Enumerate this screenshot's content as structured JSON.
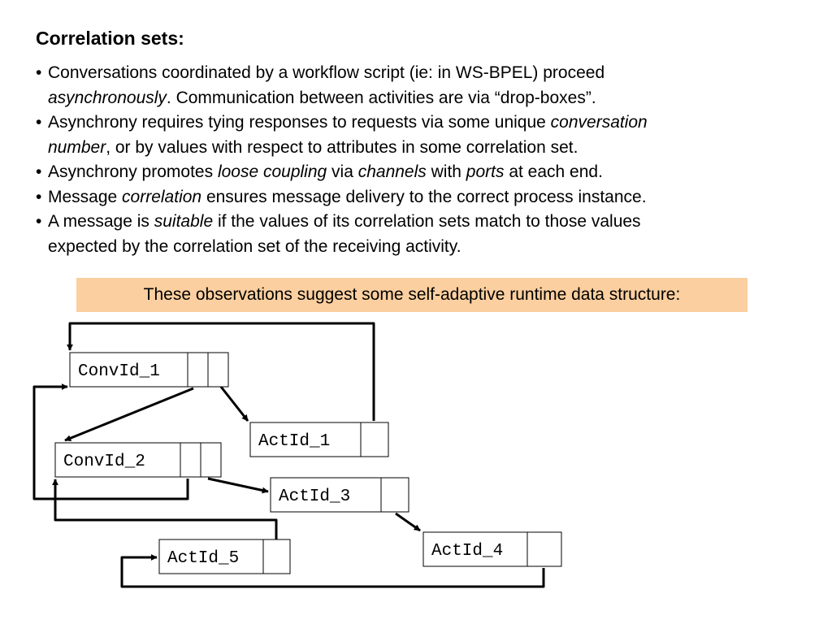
{
  "title": "Correlation sets:",
  "bullets": [
    [
      {
        "t": "Conversations coordinated by a workflow script (ie: in WS-BPEL) proceed"
      },
      {
        "br": true
      },
      {
        "t": "asynchronously",
        "i": true
      },
      {
        "t": ".  Communication between activities are via “drop-boxes”."
      }
    ],
    [
      {
        "t": "Asynchrony requires tying responses to requests via some unique "
      },
      {
        "t": "conversation",
        "i": true
      },
      {
        "br": true
      },
      {
        "t": "number",
        "i": true
      },
      {
        "t": ", or by values with respect to attributes in some correlation set."
      }
    ],
    [
      {
        "t": "Asynchrony promotes "
      },
      {
        "t": "loose coupling",
        "i": true
      },
      {
        "t": " via "
      },
      {
        "t": "channels",
        "i": true
      },
      {
        "t": " with "
      },
      {
        "t": "ports",
        "i": true
      },
      {
        "t": " at each end."
      }
    ],
    [
      {
        "t": "Message "
      },
      {
        "t": "correlation",
        "i": true
      },
      {
        "t": " ensures message delivery to the correct process instance."
      }
    ],
    [
      {
        "t": "A message is "
      },
      {
        "t": "suitable",
        "i": true
      },
      {
        "t": " if the values of its correlation sets match to those values"
      },
      {
        "br": true
      },
      {
        "t": "expected by the correlation set of the receiving activity."
      }
    ]
  ],
  "callout": "These observations suggest some self-adaptive runtime data structure:",
  "diagram": {
    "nodes": [
      {
        "id": "conv1",
        "label": "ConvId_1"
      },
      {
        "id": "conv2",
        "label": "ConvId_2"
      },
      {
        "id": "act1",
        "label": "ActId_1"
      },
      {
        "id": "act3",
        "label": "ActId_3"
      },
      {
        "id": "act4",
        "label": "ActId_4"
      },
      {
        "id": "act5",
        "label": "ActId_5"
      }
    ],
    "edges": [
      {
        "from": "conv1",
        "to": "act1"
      },
      {
        "from": "conv1",
        "to": "conv2"
      },
      {
        "from": "act1",
        "to": "conv1"
      },
      {
        "from": "conv2",
        "to": "act3"
      },
      {
        "from": "conv2",
        "to": "conv1"
      },
      {
        "from": "act3",
        "to": "act4"
      },
      {
        "from": "act5",
        "to": "conv2"
      },
      {
        "from": "act4",
        "to": "act5"
      }
    ]
  }
}
